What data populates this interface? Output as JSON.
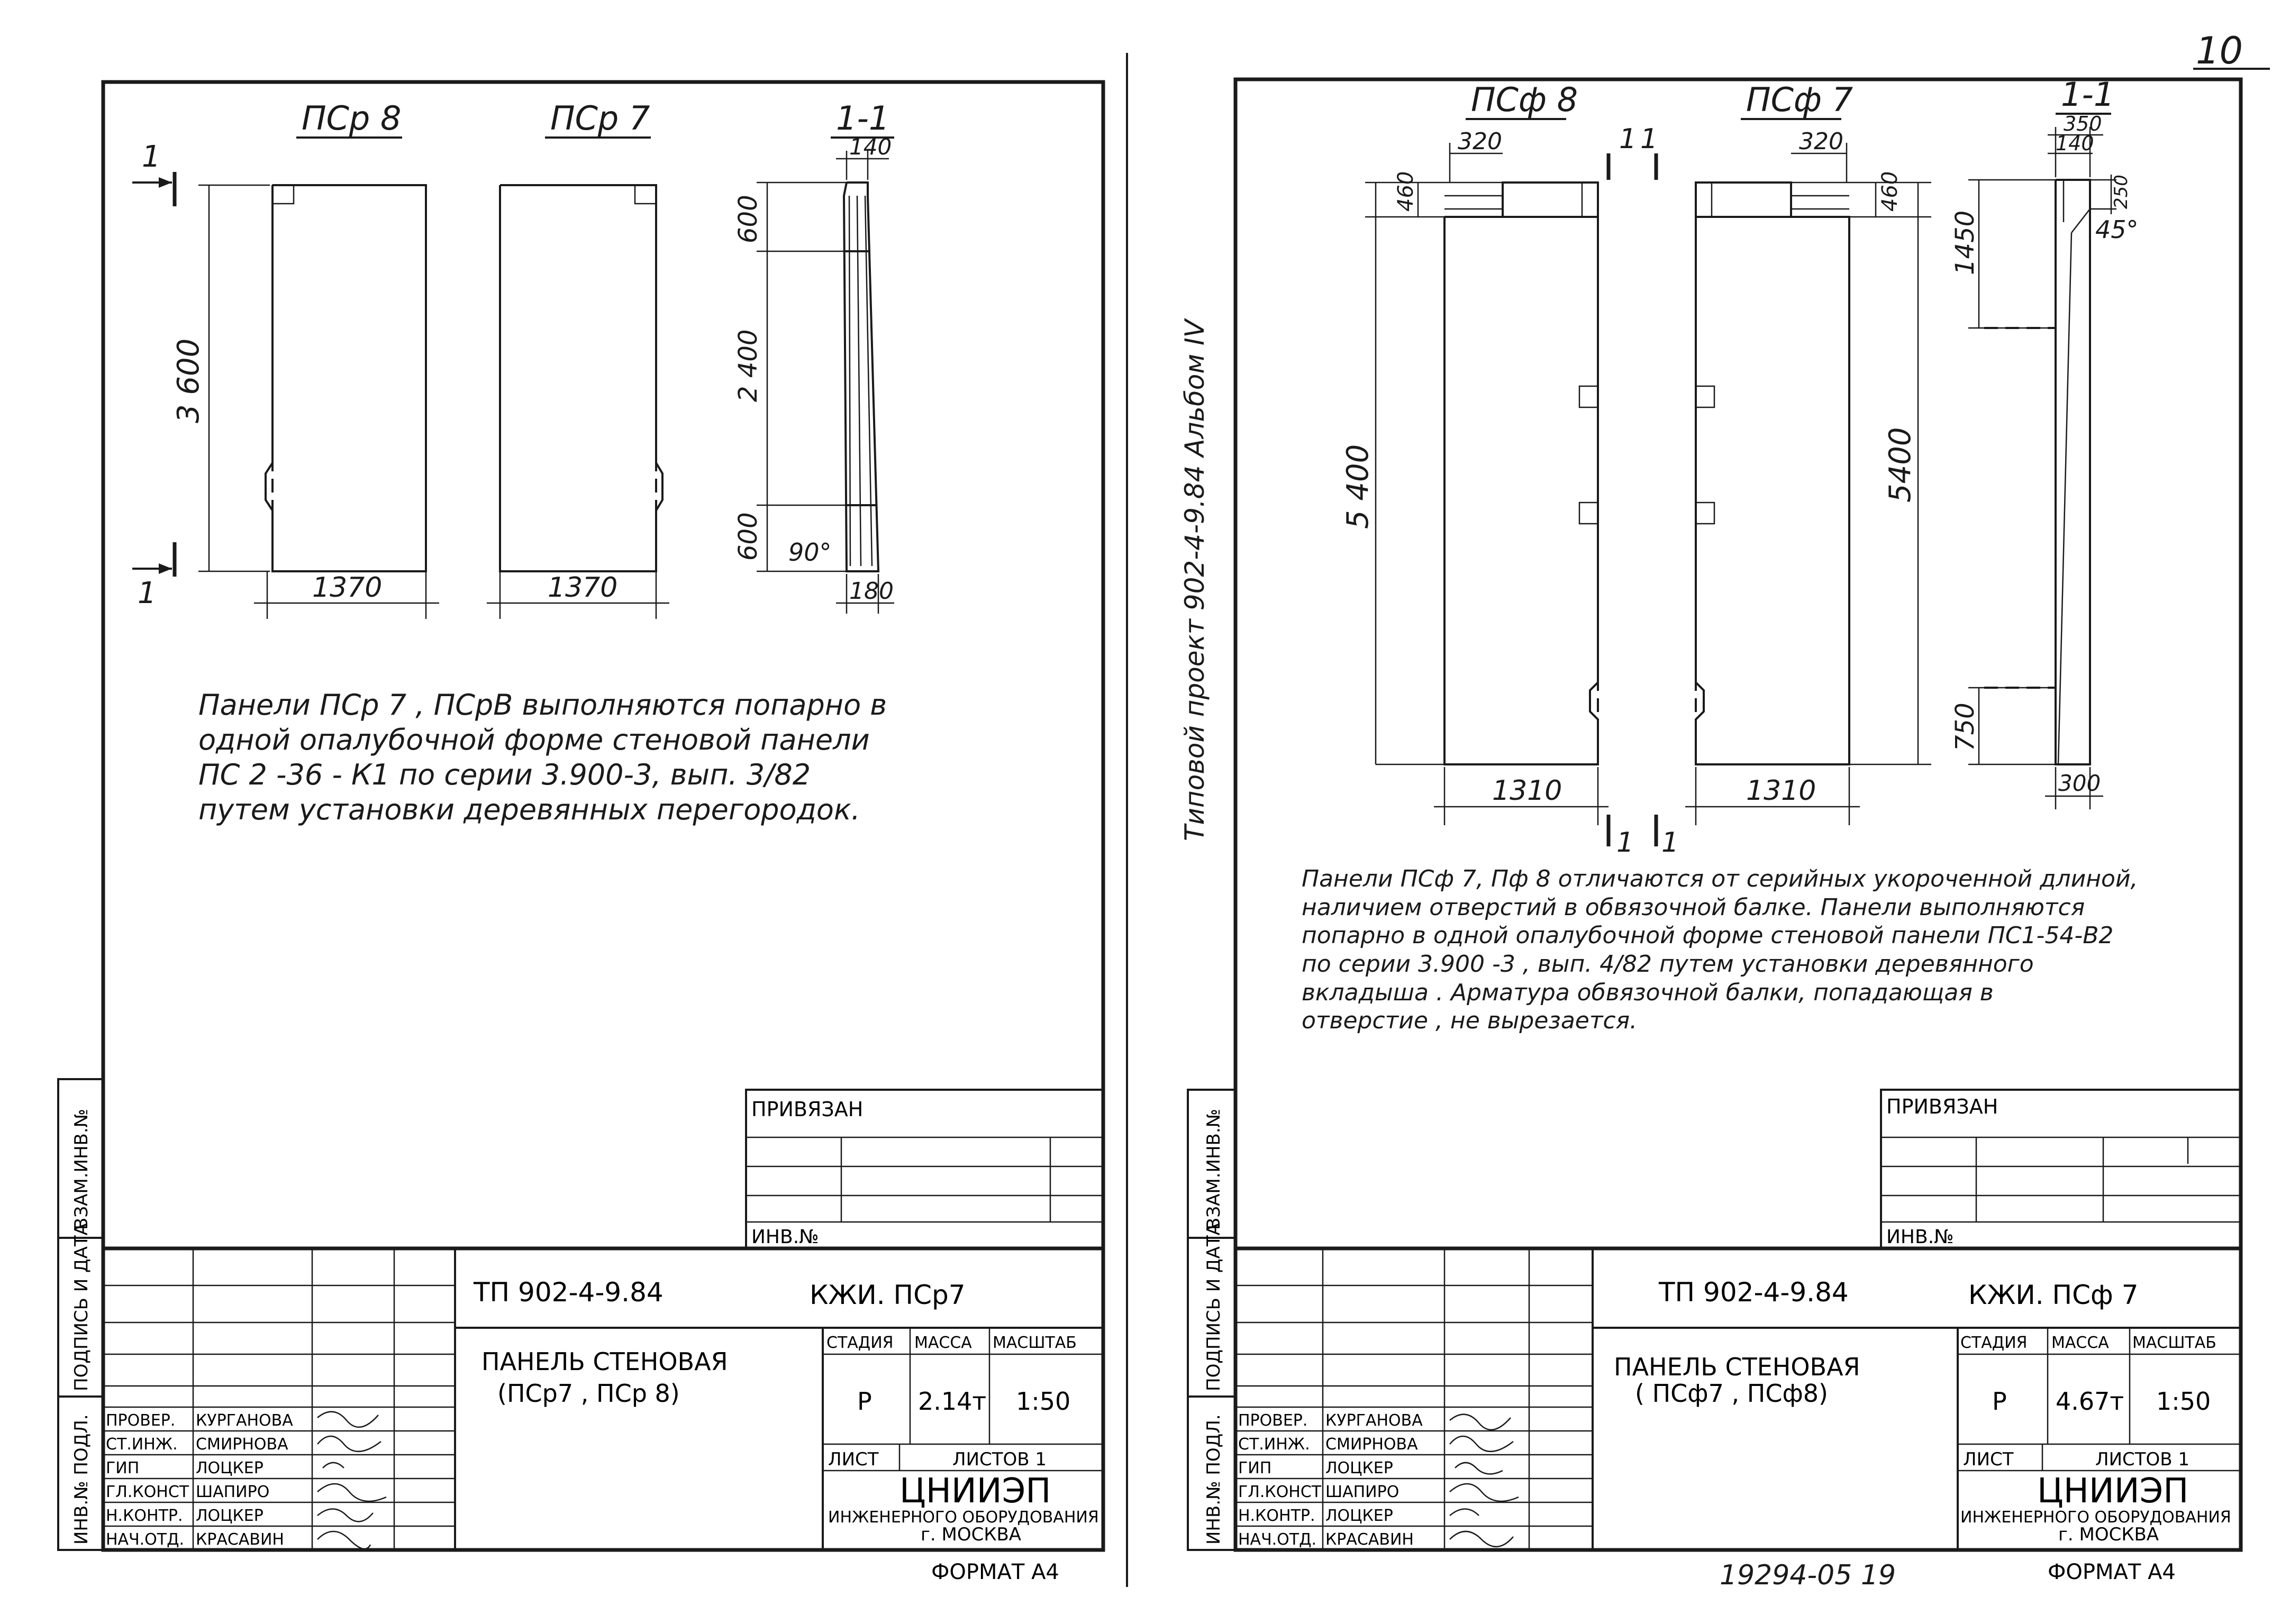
{
  "page_number": "10",
  "left_sheet": {
    "panel_a_label": "ПСр 8",
    "panel_b_label": "ПСр 7",
    "section_label": "1-1",
    "cut_mark": "1",
    "dims": {
      "height": "3 600",
      "width_a": "1370",
      "width_b": "1370",
      "sec_top": "140",
      "sec_600": "600",
      "sec_2400": "2 400",
      "sec_600b": "600",
      "sec_bottom": "180",
      "angle": "90°"
    },
    "note": "Панели ПСр 7 , ПСрВ выполняются попарно в\nодной опалубочной форме стеновой панели\nПС 2 -36 - К1 по серии 3.900-3, вып. 3/82\nпутем установки деревянных перегородок.",
    "stamp": {
      "privyazan": "ПРИВЯЗАН",
      "inv": "ИНВ.№",
      "doc_code": "ТП 902-4-9.84",
      "mark": "КЖИ. ПСр7",
      "title_line1": "ПАНЕЛЬ СТЕНОВАЯ",
      "title_line2": "(ПСр7 , ПСр 8)",
      "stage_h": "СТАДИЯ",
      "mass_h": "МАССА",
      "scale_h": "МАСШТАБ",
      "stage": "Р",
      "mass": "2.14т",
      "scale": "1:50",
      "sheet_h": "ЛИСТ",
      "sheets_h": "ЛИСТОВ 1",
      "org1": "ЦНИИЭП",
      "org2": "ИНЖЕНЕРНОГО ОБОРУДОВАНИЯ",
      "org3": "г. МОСКВА",
      "format": "ФОРМАТ А4",
      "roles": [
        "ПРОВЕР.",
        "СТ.ИНЖ.",
        "ГИП",
        "ГЛ.КОНСТ",
        "Н.КОНТР.",
        "НАЧ.ОТД."
      ],
      "names": [
        "КУРГАНОВА",
        "СМИРНОВА",
        "ЛОЦКЕР",
        "ШАПИРО",
        "ЛОЦКЕР",
        "КРАСАВИН"
      ],
      "side_labels": [
        "ВЗАМ.ИНВ.№",
        "ПОДПИСЬ И ДАТА",
        "ИНВ.№ ПОДЛ."
      ]
    }
  },
  "right_sheet": {
    "panel_a_label": "ПСф 8",
    "panel_b_label": "ПСф 7",
    "section_label": "1-1",
    "cut_mark": "1",
    "dims": {
      "top_a": "320",
      "top_b": "320",
      "insert_a": "460",
      "insert_b": "460",
      "height_a": "5 400",
      "height_b": "5400",
      "width_a": "1310",
      "width_b": "1310",
      "sec_350": "350",
      "sec_140": "140",
      "sec_250": "250",
      "sec_1450": "1450",
      "sec_750": "750",
      "sec_300": "300",
      "angle": "45°"
    },
    "side_title": "Типовой проект 902-4-9.84 Альбом IV",
    "note": "Панели ПСф 7, Пф 8 отличаются от серийных укороченной длиной,\nналичием отверстий в обвязочной балке. Панели выполняются\nпопарно в одной опалубочной форме стеновой панели ПС1-54-В2\nпо серии 3.900 -3 , вып. 4/82 путем установки деревянного\nвкладыша . Арматура обвязочной балки, попадающая в\nотверстие , не вырезается.",
    "stamp": {
      "privyazan": "ПРИВЯЗАН",
      "inv": "ИНВ.№",
      "doc_code": "ТП 902-4-9.84",
      "mark": "КЖИ. ПСф 7",
      "title_line1": "ПАНЕЛЬ СТЕНОВАЯ",
      "title_line2": "( ПСф7 , ПСф8)",
      "stage_h": "СТАДИЯ",
      "mass_h": "МАССА",
      "scale_h": "МАСШТАБ",
      "stage": "Р",
      "mass": "4.67т",
      "scale": "1:50",
      "sheet_h": "ЛИСТ",
      "sheets_h": "ЛИСТОВ 1",
      "org1": "ЦНИИЭП",
      "org2": "ИНЖЕНЕРНОГО ОБОРУДОВАНИЯ",
      "org3": "г. МОСКВА",
      "format": "ФОРМАТ А4",
      "roles": [
        "ПРОВЕР.",
        "СТ.ИНЖ.",
        "ГИП",
        "ГЛ.КОНСТ",
        "Н.КОНТР.",
        "НАЧ.ОТД."
      ],
      "names": [
        "КУРГАНОВА",
        "СМИРНОВА",
        "ЛОЦКЕР",
        "ШАПИРО",
        "ЛОЦКЕР",
        "КРАСАВИН"
      ],
      "side_labels": [
        "ВЗАМ.ИНВ.№",
        "ПОДПИСЬ И ДАТА",
        "ИНВ.№ ПОДЛ."
      ]
    }
  },
  "footer_number": "19294-05  19"
}
